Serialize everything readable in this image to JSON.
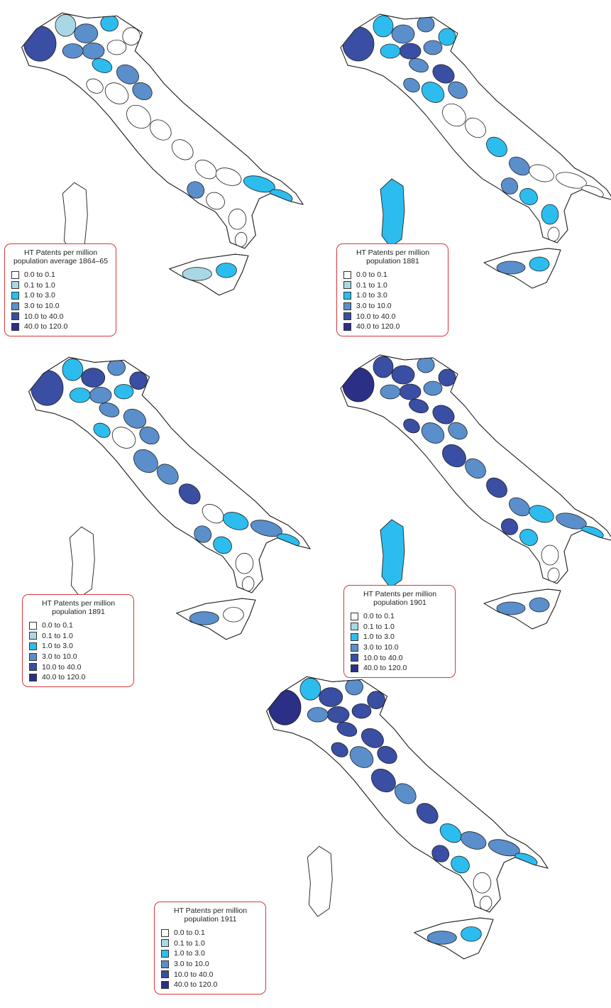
{
  "legend_title": "HT Patents per million",
  "classes": [
    {
      "label": "0.0 to 0.1",
      "color": "#ffffff"
    },
    {
      "label": "0.1 to 1.0",
      "color": "#a9d8e4"
    },
    {
      "label": "1.0 to 3.0",
      "color": "#2cbdee"
    },
    {
      "label": "3.0 to 10.0",
      "color": "#5b8fcb"
    },
    {
      "label": "10.0 to 40.0",
      "color": "#3a4ea3"
    },
    {
      "label": "40.0 to 120.0",
      "color": "#2b2f86"
    }
  ],
  "panels": [
    {
      "subtitle": "population average 1864–65"
    },
    {
      "subtitle": "population 1881"
    },
    {
      "subtitle": "population 1891"
    },
    {
      "subtitle": "population 1901"
    },
    {
      "subtitle": "population 1911"
    }
  ]
}
